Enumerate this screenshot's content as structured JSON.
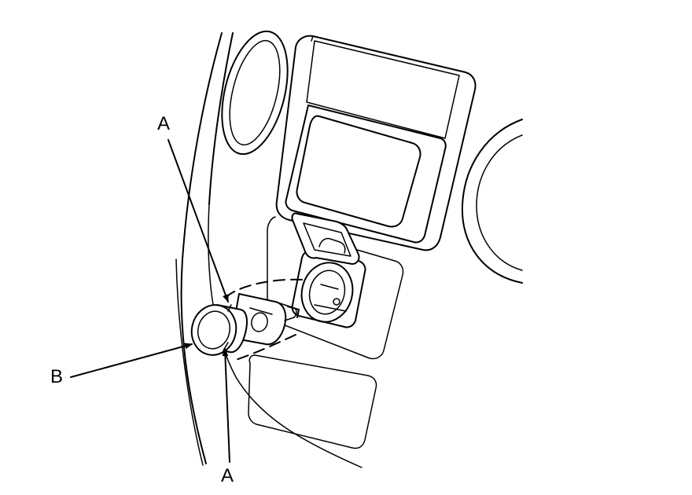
{
  "callouts": {
    "a_top": "A",
    "a_bottom": "A",
    "b": "B"
  }
}
